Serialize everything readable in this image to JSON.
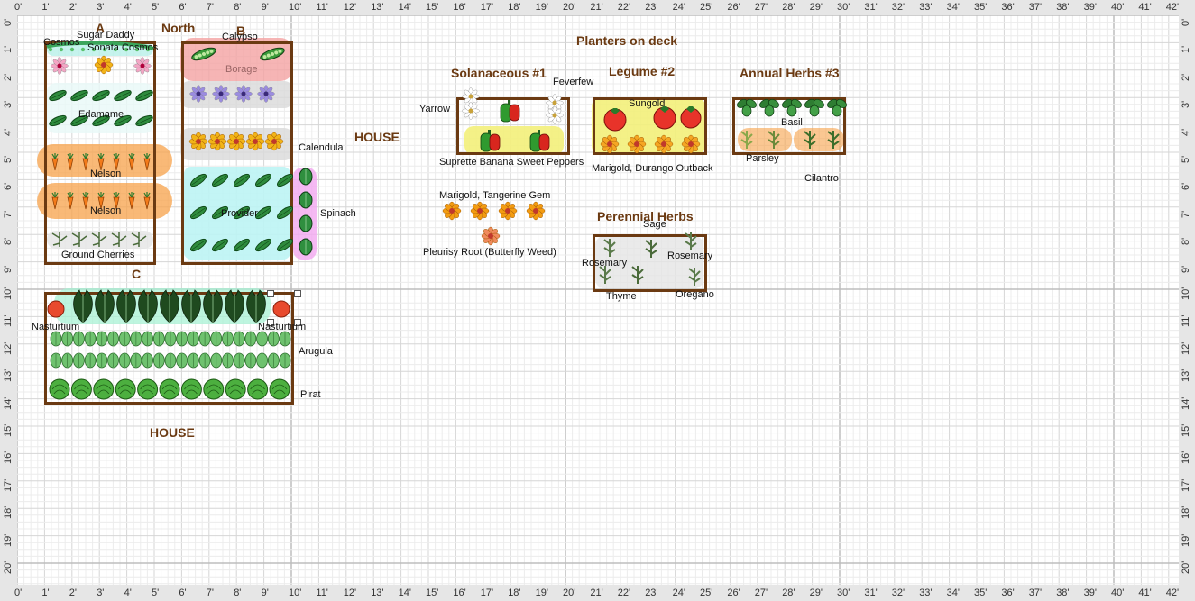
{
  "ruler": {
    "x_ticks": [
      "0'",
      "1'",
      "2'",
      "3'",
      "4'",
      "5'",
      "6'",
      "7'",
      "8'",
      "9'",
      "10'",
      "11'",
      "12'",
      "13'",
      "14'",
      "15'",
      "16'",
      "17'",
      "18'",
      "19'",
      "20'",
      "21'",
      "22'",
      "23'",
      "24'",
      "25'",
      "26'",
      "27'",
      "28'",
      "29'",
      "30'",
      "31'",
      "32'",
      "33'",
      "34'",
      "35'",
      "36'",
      "37'",
      "38'",
      "39'",
      "40'",
      "41'",
      "42'"
    ],
    "y_ticks": [
      "0'",
      "1'",
      "2'",
      "3'",
      "4'",
      "5'",
      "6'",
      "7'",
      "8'",
      "9'",
      "10'",
      "11'",
      "12'",
      "13'",
      "14'",
      "15'",
      "16'",
      "17'",
      "18'",
      "19'",
      "20'"
    ]
  },
  "headings": {
    "bed_a": "A",
    "north": "North",
    "bed_b": "B",
    "bed_c": "C",
    "house_right": "HOUSE",
    "house_bottom": "HOUSE",
    "planters_on_deck": "Planters on deck",
    "solanaceous": "Solanaceous #1",
    "legume": "Legume #2",
    "annual_herbs": "Annual Herbs #3",
    "perennial_herbs": "Perennial Herbs"
  },
  "plants": {
    "cosmos_left": "Cosmos",
    "sugar_daddy": "Sugar Daddy",
    "sonata_cosmos": "Sonata Cosmos",
    "edamame": "Edamame",
    "nelson_1": "Nelson",
    "nelson_2": "Nelson",
    "ground_cherries": "Ground Cherries",
    "calypso": "Calypso",
    "borage": "Borage",
    "calendula": "Calendula",
    "provider": "Provider",
    "spinach": "Spinach",
    "nasturtium_left": "Nasturtium",
    "nasturtium_right": "Nasturtium",
    "arugula": "Arugula",
    "pirat": "Pirat",
    "yarrow": "Yarrow",
    "feverfew": "Feverfew",
    "suprette": "Suprette Banana Sweet Peppers",
    "sungold": "Sungold",
    "marigold_durango": "Marigold, Durango Outback",
    "basil": "Basil",
    "parsley": "Parsley",
    "cilantro": "Cilantro",
    "marigold_tangerine": "Marigold, Tangerine Gem",
    "pleurisy_root": "Pleurisy Root (Butterfly Weed)",
    "sage": "Sage",
    "rosemary_left": "Rosemary",
    "rosemary_right": "Rosemary",
    "thyme": "Thyme",
    "oregano": "Oregano"
  },
  "colors": {
    "bed_border": "#6b3a12",
    "heading": "#6b3a12",
    "grid_line": "#d8d8d8",
    "grid_major": "#bdbdbd",
    "highlight_carrot": "#f7a24a",
    "highlight_bean": "#9ff3f0",
    "highlight_borage": "#f4a3a3",
    "highlight_spinach": "#f2a8f0",
    "highlight_yellow": "#f3f07a",
    "highlight_gray": "#d9d9d9",
    "highlight_kale": "#a8f2d4"
  },
  "icons": {
    "pea_pod": "pea-pod-icon",
    "carrot": "carrot-icon",
    "bean": "bean-icon",
    "kale": "kale-icon",
    "lettuce": "lettuce-icon",
    "cabbage": "cabbage-icon",
    "tomato": "tomato-icon",
    "pepper": "pepper-icon",
    "marigold": "marigold-icon",
    "herb": "herb-icon",
    "flower": "flower-icon"
  }
}
